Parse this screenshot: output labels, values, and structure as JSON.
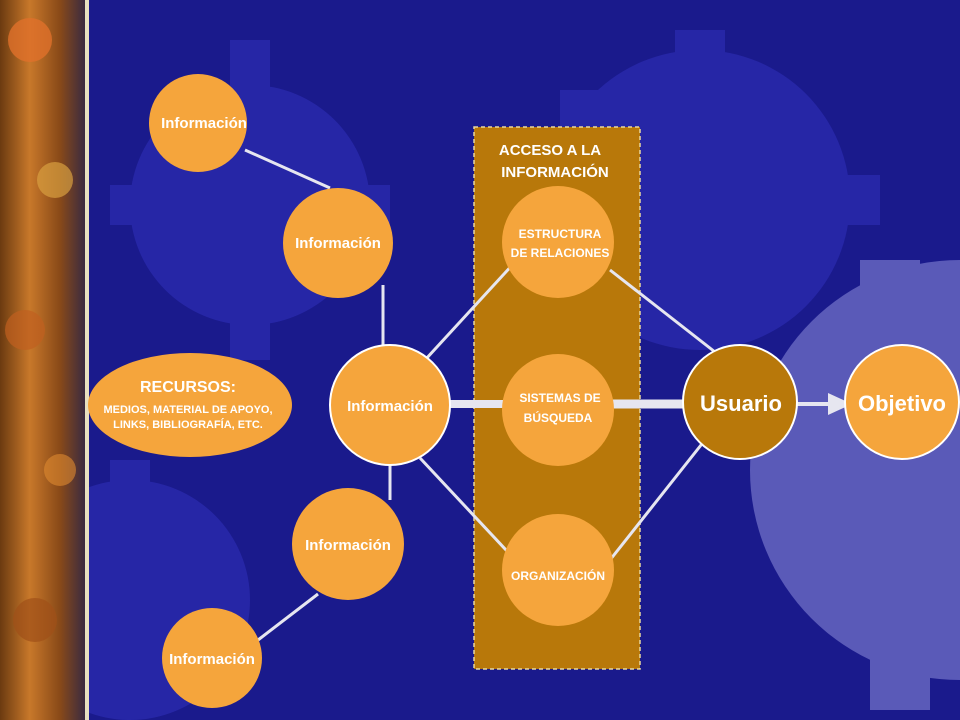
{
  "colors": {
    "background": "#1a1a8c",
    "gear": "#2626a6",
    "gear_right": "#5a5ab8",
    "node_fill": "#f5a53c",
    "center_node_fill": "#f5a53c",
    "panel_fill": "#b8780a",
    "user_fill": "#b8780a",
    "connector": "#e6e6f0",
    "text": "#ffffff"
  },
  "info_nodes": [
    {
      "id": "info-top",
      "label": "Información"
    },
    {
      "id": "info-upper",
      "label": "Información"
    },
    {
      "id": "info-center",
      "label": "Información"
    },
    {
      "id": "info-lower",
      "label": "Información"
    },
    {
      "id": "info-bottom",
      "label": "Información"
    }
  ],
  "resources": {
    "title": "RECURSOS:",
    "line1": "MEDIOS, MATERIAL DE APOYO,",
    "line2": "LINKS, BIBLIOGRAFÍA,  ETC."
  },
  "access_panel": {
    "title_line1": "ACCESO A LA",
    "title_line2": "INFORMACIÓN",
    "items": [
      {
        "line1": "ESTRUCTURA",
        "line2": "DE RELACIONES"
      },
      {
        "line1": "SISTEMAS DE",
        "line2": "BÚSQUEDA"
      },
      {
        "line1": "ORGANIZACIÓN",
        "line2": ""
      }
    ]
  },
  "user_label": "Usuario",
  "objective_label": "Objetivo"
}
